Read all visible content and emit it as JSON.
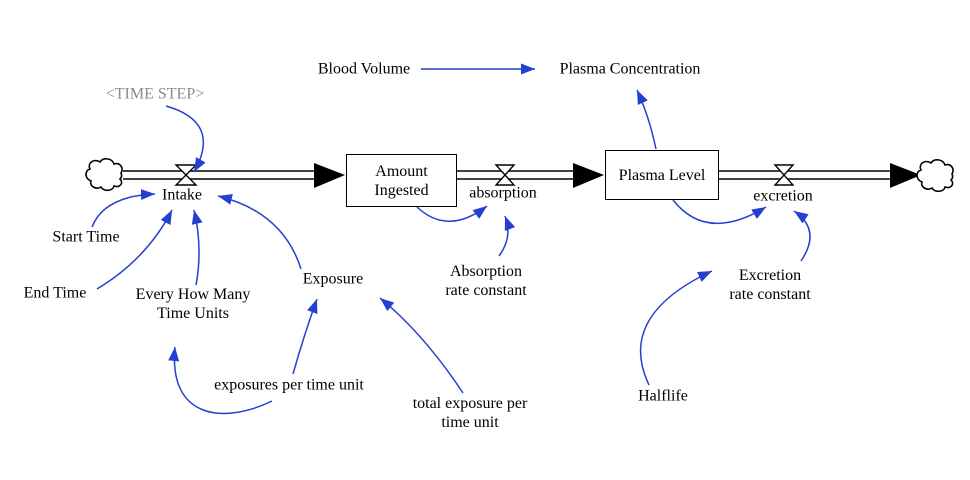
{
  "diagram_type": "stock-and-flow (system dynamics) model of pharmacokinetics",
  "colors": {
    "connector_blue": "#2440d0",
    "shadow_variable_gray": "#8a8a8a",
    "ink": "#000000",
    "background": "#ffffff"
  },
  "stocks": {
    "amount_ingested": {
      "label": "Amount\nIngested"
    },
    "plasma_level": {
      "label": "Plasma Level"
    }
  },
  "flows": {
    "intake": {
      "label": "Intake"
    },
    "absorption": {
      "label": "absorption"
    },
    "excretion": {
      "label": "excretion"
    }
  },
  "variables": {
    "time_step": {
      "label": "<TIME STEP>"
    },
    "blood_volume": {
      "label": "Blood Volume"
    },
    "plasma_concentration": {
      "label": "Plasma Concentration"
    },
    "start_time": {
      "label": "Start Time"
    },
    "end_time": {
      "label": "End Time"
    },
    "every_how_many_time_units": {
      "label": "Every How Many\nTime Units"
    },
    "exposure": {
      "label": "Exposure"
    },
    "exposures_per_time_unit": {
      "label": "exposures per time unit"
    },
    "total_exposure_per_time_unit": {
      "label": "total exposure per\ntime unit"
    },
    "absorption_rate_constant": {
      "label": "Absorption\nrate constant"
    },
    "excretion_rate_constant": {
      "label": "Excretion\nrate constant"
    },
    "halflife": {
      "label": "Halflife"
    }
  },
  "flow_chain": [
    "source cloud",
    "Intake",
    "Amount Ingested",
    "absorption",
    "Plasma Level",
    "excretion",
    "sink cloud"
  ],
  "connectors": [
    {
      "from": "<TIME STEP>",
      "to": "Intake"
    },
    {
      "from": "Blood Volume",
      "to": "Plasma Concentration"
    },
    {
      "from": "Plasma Level",
      "to": "Plasma Concentration"
    },
    {
      "from": "Start Time",
      "to": "Intake"
    },
    {
      "from": "End Time",
      "to": "Intake"
    },
    {
      "from": "Every How Many Time Units",
      "to": "Intake"
    },
    {
      "from": "Exposure",
      "to": "Intake"
    },
    {
      "from": "exposures per time unit",
      "to": "Exposure"
    },
    {
      "from": "exposures per time unit",
      "to": "Every How Many Time Units"
    },
    {
      "from": "total exposure per time unit",
      "to": "Exposure"
    },
    {
      "from": "Amount Ingested",
      "to": "absorption"
    },
    {
      "from": "Absorption rate constant",
      "to": "absorption"
    },
    {
      "from": "Plasma Level",
      "to": "excretion"
    },
    {
      "from": "Excretion rate constant",
      "to": "excretion"
    },
    {
      "from": "Halflife",
      "to": "Excretion rate constant"
    }
  ]
}
